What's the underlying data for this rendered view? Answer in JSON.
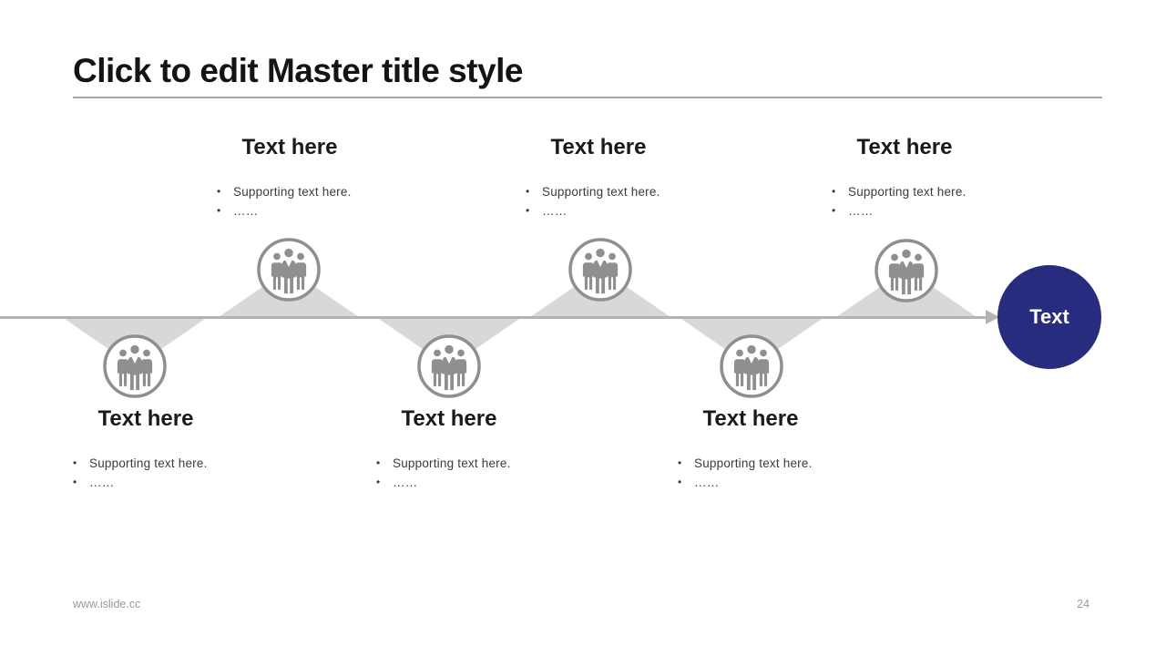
{
  "slide": {
    "title": "Click to edit Master title style",
    "steps": [
      {
        "side": "bottom",
        "heading": "Text here",
        "bullets": [
          "Supporting  text here.",
          "……"
        ]
      },
      {
        "side": "top",
        "heading": "Text here",
        "bullets": [
          "Supporting  text here.",
          "……"
        ]
      },
      {
        "side": "bottom",
        "heading": "Text here",
        "bullets": [
          "Supporting  text here.",
          "……"
        ]
      },
      {
        "side": "top",
        "heading": "Text here",
        "bullets": [
          "Supporting  text here.",
          "……"
        ]
      },
      {
        "side": "bottom",
        "heading": "Text here",
        "bullets": [
          "Supporting  text here.",
          "……"
        ]
      },
      {
        "side": "top",
        "heading": "Text here",
        "bullets": [
          "Supporting  text here.",
          "……"
        ]
      }
    ],
    "end_node": {
      "label": "Text"
    },
    "footer": {
      "website": "www.islide.cc",
      "page_number": "24"
    },
    "icons": {
      "step": "people-group-icon",
      "arrow": "right-arrow-icon"
    },
    "colors": {
      "accent_blue": "#272C7F",
      "connector_gray": "#D8D8D8",
      "line_gray": "#B3B3B3",
      "icon_gray": "#8F8F8F",
      "heading_text": "#1A1A1A",
      "footer_text": "#999999"
    }
  }
}
